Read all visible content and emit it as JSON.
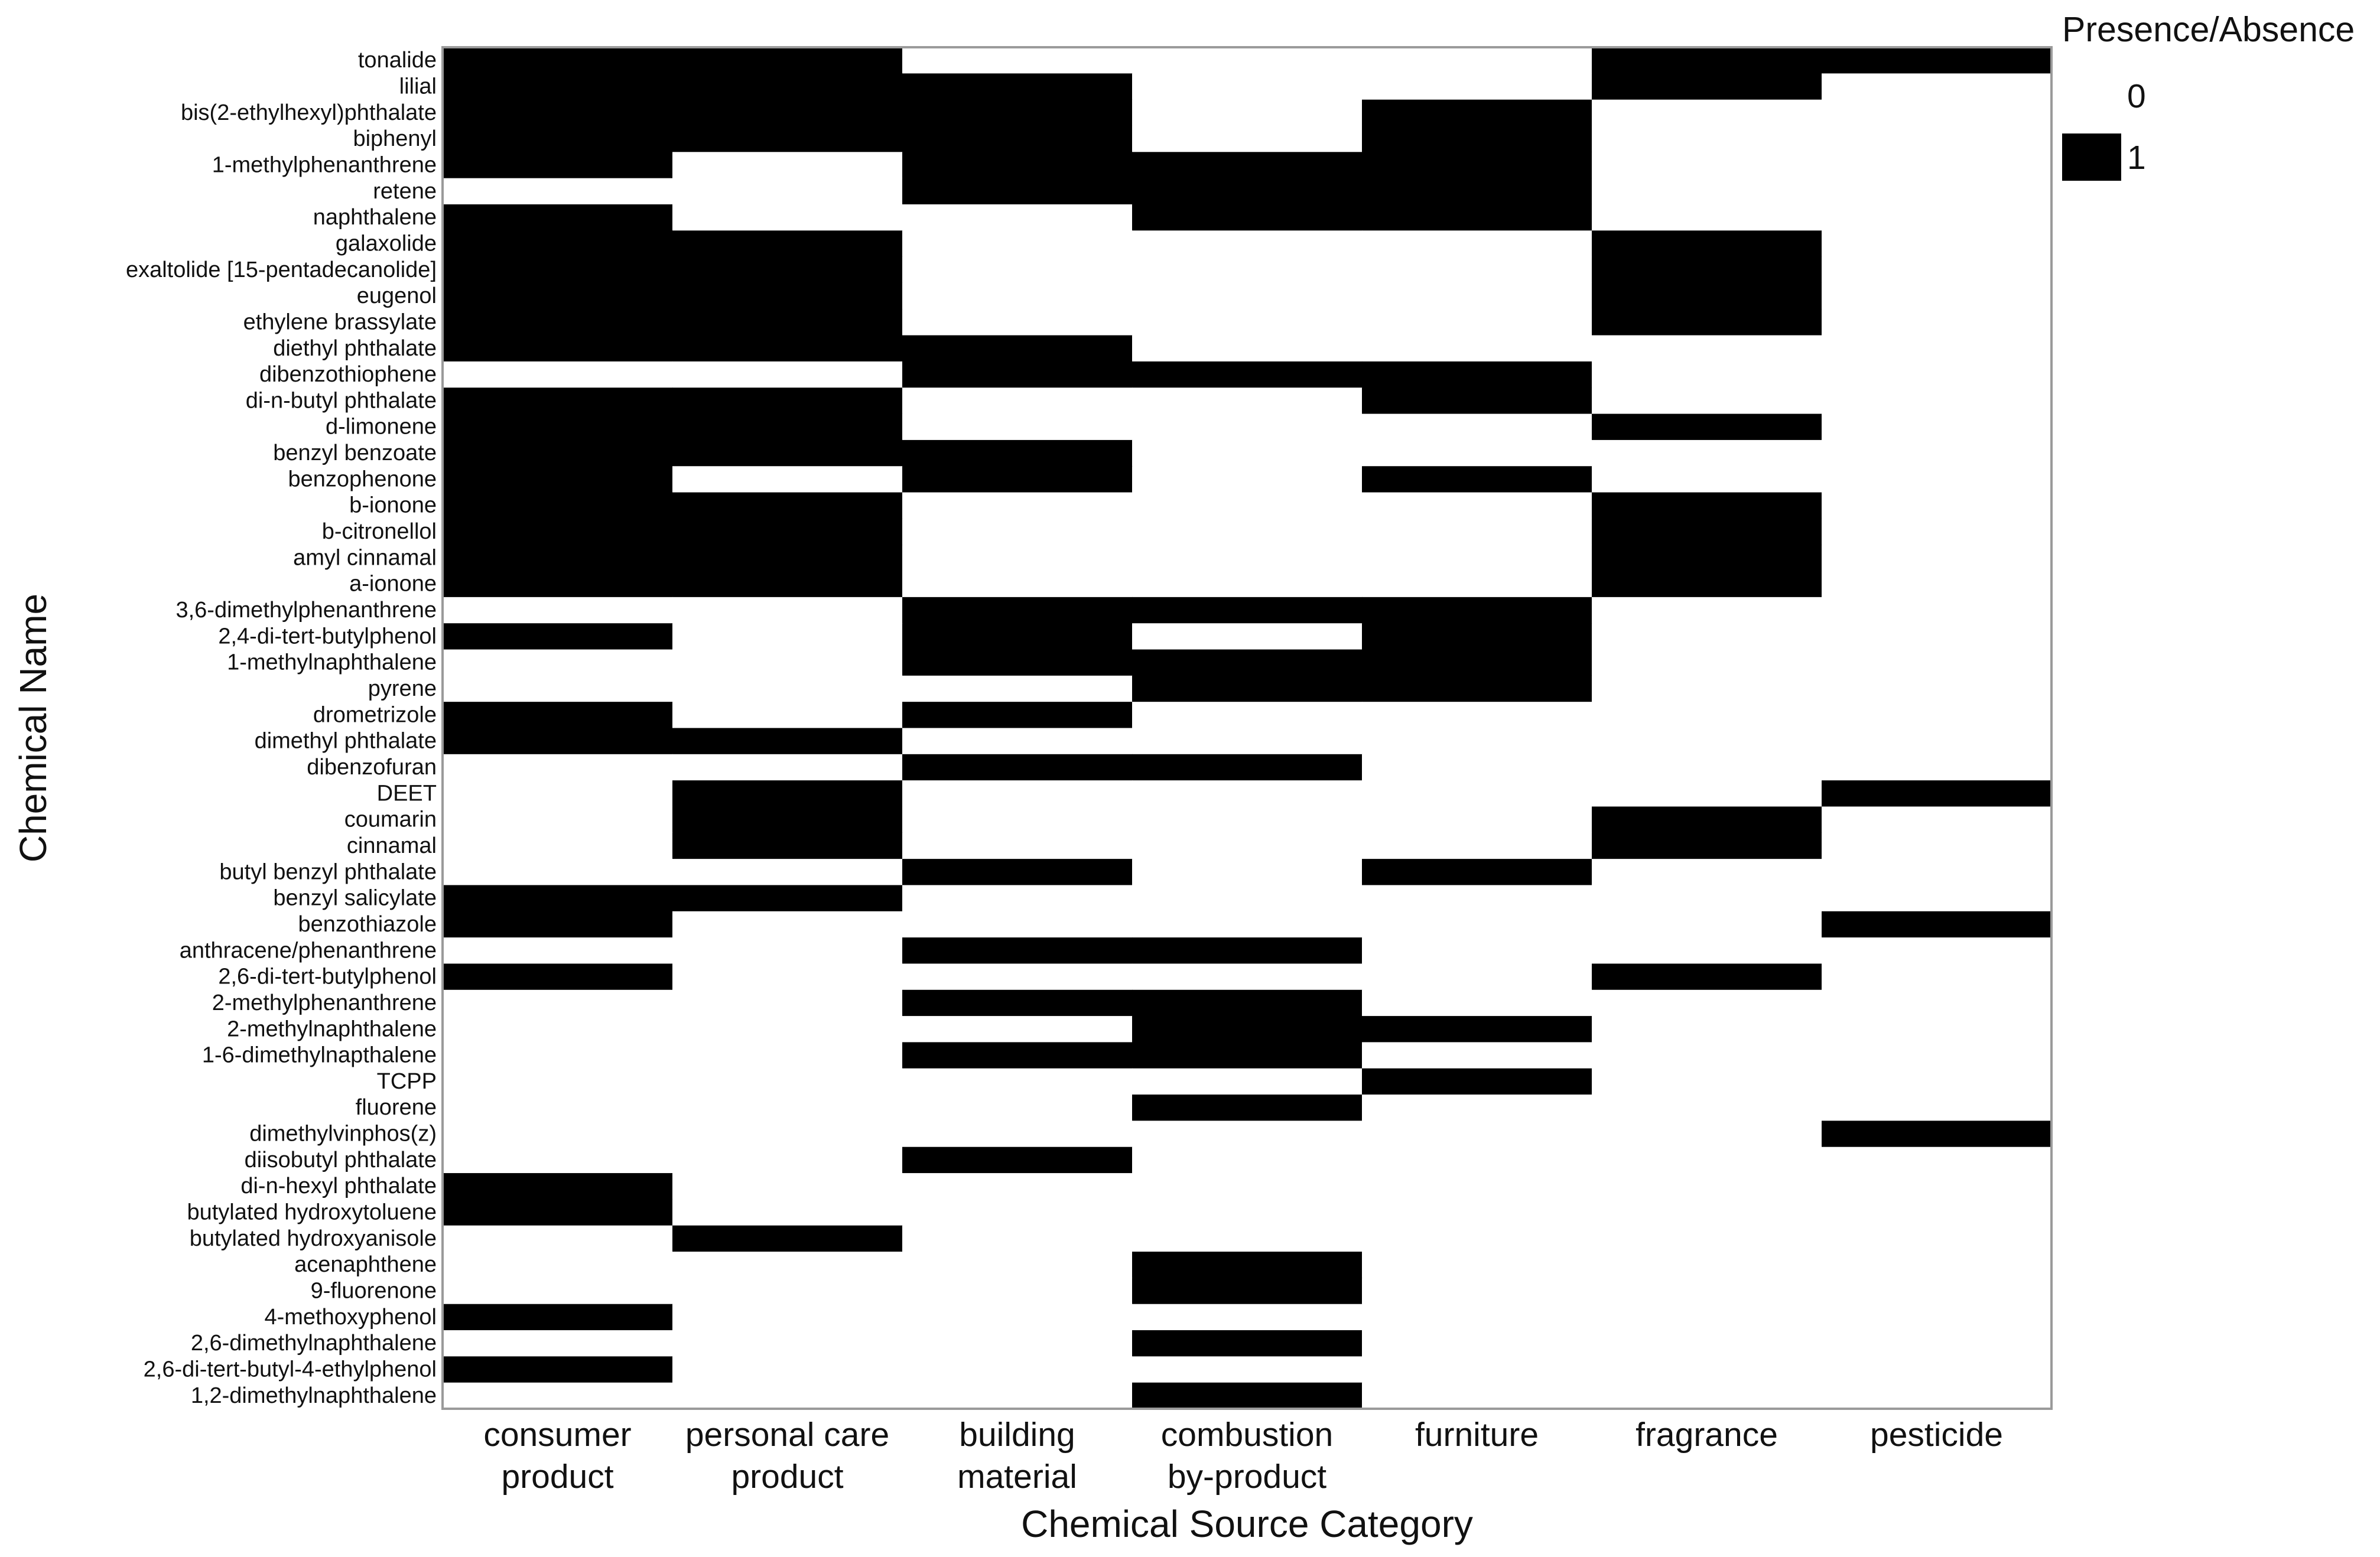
{
  "chart_data": {
    "type": "heatmap",
    "xlabel": "Chemical Source Category",
    "ylabel": "Chemical Name",
    "legend": {
      "title": "Presence/Absence",
      "entries": [
        {
          "label": "0",
          "color": "#ffffff"
        },
        {
          "label": "1",
          "color": "#000000"
        }
      ],
      "position": "top-right"
    },
    "categories": [
      [
        "consumer",
        "product"
      ],
      [
        "personal care",
        "product"
      ],
      [
        "building",
        "material"
      ],
      [
        "combustion",
        "by-product"
      ],
      [
        "furniture"
      ],
      [
        "fragrance"
      ],
      [
        "pesticide"
      ]
    ],
    "chemicals": [
      "tonalide",
      "lilial",
      "bis(2-ethylhexyl)phthalate",
      "biphenyl",
      "1-methylphenanthrene",
      "retene",
      "naphthalene",
      "galaxolide",
      "exaltolide [15-pentadecanolide]",
      "eugenol",
      "ethylene brassylate",
      "diethyl phthalate",
      "dibenzothiophene",
      "di-n-butyl phthalate",
      "d-limonene",
      "benzyl benzoate",
      "benzophenone",
      "b-ionone",
      "b-citronellol",
      "amyl cinnamal",
      "a-ionone",
      "3,6-dimethylphenanthrene",
      "2,4-di-tert-butylphenol",
      "1-methylnaphthalene",
      "pyrene",
      "drometrizole",
      "dimethyl phthalate",
      "dibenzofuran",
      "DEET",
      "coumarin",
      "cinnamal",
      "butyl benzyl phthalate",
      "benzyl salicylate",
      "benzothiazole",
      "anthracene/phenanthrene",
      "2,6-di-tert-butylphenol",
      "2-methylphenanthrene",
      "2-methylnaphthalene",
      "1-6-dimethylnapthalene",
      "TCPP",
      "fluorene",
      "dimethylvinphos(z)",
      "diisobutyl phthalate",
      "di-n-hexyl phthalate",
      "butylated hydroxytoluene",
      "butylated hydroxyanisole",
      "acenaphthene",
      "9-fluorenone",
      "4-methoxyphenol",
      "2,6-dimethylnaphthalene",
      "2,6-di-tert-butyl-4-ethylphenol",
      "1,2-dimethylnaphthalene"
    ],
    "values": [
      [
        1,
        1,
        0,
        0,
        0,
        1,
        1
      ],
      [
        1,
        1,
        1,
        0,
        0,
        1,
        0
      ],
      [
        1,
        1,
        1,
        0,
        1,
        0,
        0
      ],
      [
        1,
        1,
        1,
        0,
        1,
        0,
        0
      ],
      [
        1,
        0,
        1,
        1,
        1,
        0,
        0
      ],
      [
        0,
        0,
        1,
        1,
        1,
        0,
        0
      ],
      [
        1,
        0,
        0,
        1,
        1,
        0,
        0
      ],
      [
        1,
        1,
        0,
        0,
        0,
        1,
        0
      ],
      [
        1,
        1,
        0,
        0,
        0,
        1,
        0
      ],
      [
        1,
        1,
        0,
        0,
        0,
        1,
        0
      ],
      [
        1,
        1,
        0,
        0,
        0,
        1,
        0
      ],
      [
        1,
        1,
        1,
        0,
        0,
        0,
        0
      ],
      [
        0,
        0,
        1,
        1,
        1,
        0,
        0
      ],
      [
        1,
        1,
        0,
        0,
        1,
        0,
        0
      ],
      [
        1,
        1,
        0,
        0,
        0,
        1,
        0
      ],
      [
        1,
        1,
        1,
        0,
        0,
        0,
        0
      ],
      [
        1,
        0,
        1,
        0,
        1,
        0,
        0
      ],
      [
        1,
        1,
        0,
        0,
        0,
        1,
        0
      ],
      [
        1,
        1,
        0,
        0,
        0,
        1,
        0
      ],
      [
        1,
        1,
        0,
        0,
        0,
        1,
        0
      ],
      [
        1,
        1,
        0,
        0,
        0,
        1,
        0
      ],
      [
        0,
        0,
        1,
        1,
        1,
        0,
        0
      ],
      [
        1,
        0,
        1,
        0,
        1,
        0,
        0
      ],
      [
        0,
        0,
        1,
        1,
        1,
        0,
        0
      ],
      [
        0,
        0,
        0,
        1,
        1,
        0,
        0
      ],
      [
        1,
        0,
        1,
        0,
        0,
        0,
        0
      ],
      [
        1,
        1,
        0,
        0,
        0,
        0,
        0
      ],
      [
        0,
        0,
        1,
        1,
        0,
        0,
        0
      ],
      [
        0,
        1,
        0,
        0,
        0,
        0,
        1
      ],
      [
        0,
        1,
        0,
        0,
        0,
        1,
        0
      ],
      [
        0,
        1,
        0,
        0,
        0,
        1,
        0
      ],
      [
        0,
        0,
        1,
        0,
        1,
        0,
        0
      ],
      [
        1,
        1,
        0,
        0,
        0,
        0,
        0
      ],
      [
        1,
        0,
        0,
        0,
        0,
        0,
        1
      ],
      [
        0,
        0,
        1,
        1,
        0,
        0,
        0
      ],
      [
        1,
        0,
        0,
        0,
        0,
        1,
        0
      ],
      [
        0,
        0,
        1,
        1,
        0,
        0,
        0
      ],
      [
        0,
        0,
        0,
        1,
        1,
        0,
        0
      ],
      [
        0,
        0,
        1,
        1,
        0,
        0,
        0
      ],
      [
        0,
        0,
        0,
        0,
        1,
        0,
        0
      ],
      [
        0,
        0,
        0,
        1,
        0,
        0,
        0
      ],
      [
        0,
        0,
        0,
        0,
        0,
        0,
        1
      ],
      [
        0,
        0,
        1,
        0,
        0,
        0,
        0
      ],
      [
        1,
        0,
        0,
        0,
        0,
        0,
        0
      ],
      [
        1,
        0,
        0,
        0,
        0,
        0,
        0
      ],
      [
        0,
        1,
        0,
        0,
        0,
        0,
        0
      ],
      [
        0,
        0,
        0,
        1,
        0,
        0,
        0
      ],
      [
        0,
        0,
        0,
        1,
        0,
        0,
        0
      ],
      [
        1,
        0,
        0,
        0,
        0,
        0,
        0
      ],
      [
        0,
        0,
        0,
        1,
        0,
        0,
        0
      ],
      [
        1,
        0,
        0,
        0,
        0,
        0,
        0
      ],
      [
        0,
        0,
        0,
        1,
        0,
        0,
        0
      ]
    ]
  }
}
